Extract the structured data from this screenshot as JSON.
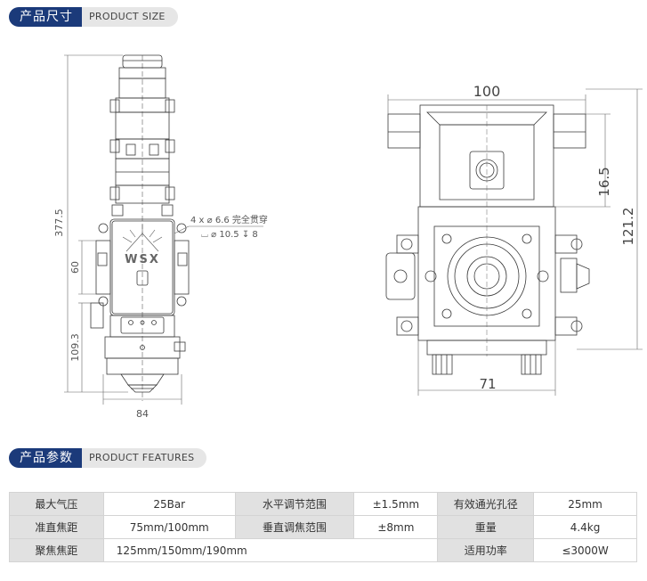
{
  "section_size": {
    "title_cn": "产品尺寸",
    "title_en": "PRODUCT SIZE"
  },
  "section_features": {
    "title_cn": "产品参数",
    "title_en": "PRODUCT FEATURES"
  },
  "drawing": {
    "front": {
      "height_total": "377.5",
      "height_mid": "60",
      "height_lower": "109.3",
      "width_bottom": "84",
      "hole_note_1": "4 x ⌀ 6.6 完全贯穿",
      "hole_note_2": "⌴ ⌀ 10.5 ↧ 8",
      "logo_text": "WSX"
    },
    "side": {
      "width_top": "100",
      "height_right_small": "16.5",
      "height_right_large": "121.2",
      "width_bottom": "71"
    }
  },
  "specs": [
    {
      "l1": "最大气压",
      "v1": "25Bar",
      "l2": "水平调节范围",
      "v2": "±1.5mm",
      "l3": "有效通光孔径",
      "v3": "25mm"
    },
    {
      "l1": "准直焦距",
      "v1": "75mm/100mm",
      "l2": "垂直调焦范围",
      "v2": "±8mm",
      "l3": "重量",
      "v3": "4.4kg"
    },
    {
      "l1": "聚焦焦距",
      "v1": "125mm/150mm/190mm",
      "l3": "适用功率",
      "v3": "≤3000W"
    }
  ],
  "colors": {
    "header_blue": "#1b3a7a",
    "header_grey": "#e6e6e6",
    "label_bg": "#e1e1e1"
  }
}
